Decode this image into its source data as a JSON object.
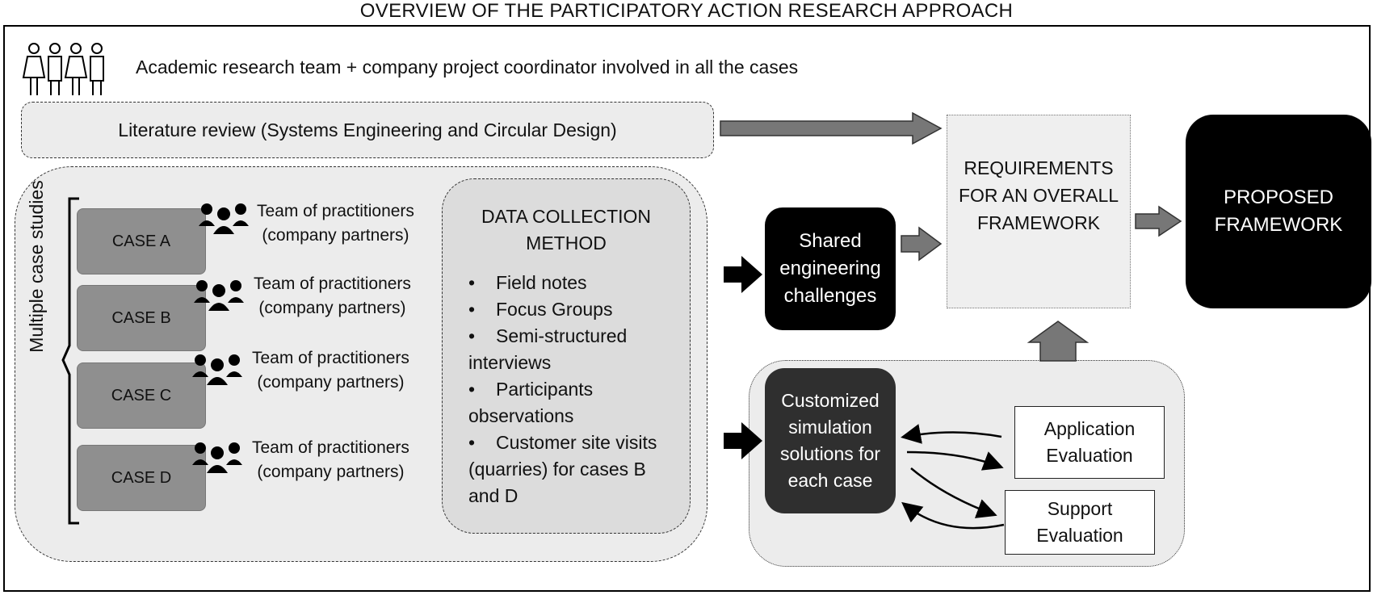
{
  "title": "OVERVIEW OF THE PARTICIPATORY ACTION RESEARCH APPROACH",
  "people_line": "Academic research team + company project coordinator involved in all the cases",
  "literature": "Literature review (Systems Engineering and Circular Design)",
  "multiple_cases_label": "Multiple case studies",
  "cases": [
    {
      "label": "CASE A",
      "team_line1": "Team of practitioners",
      "team_line2": "(company partners)"
    },
    {
      "label": "CASE B",
      "team_line1": "Team of practitioners",
      "team_line2": "(company partners)"
    },
    {
      "label": "CASE C",
      "team_line1": "Team of practitioners",
      "team_line2": "(company partners)"
    },
    {
      "label": "CASE D",
      "team_line1": "Team of practitioners",
      "team_line2": "(company partners)"
    }
  ],
  "data_collection": {
    "title_line1": "DATA COLLECTION",
    "title_line2": "METHOD",
    "items": [
      "Field notes",
      "Focus Groups",
      "Semi-structured",
      "Participants",
      "Customer site visits"
    ],
    "continuations": [
      "interviews",
      "observations",
      "(quarries) for cases B",
      "and D"
    ],
    "bullet": "•"
  },
  "shared": {
    "line1": "Shared",
    "line2": "engineering",
    "line3": "challenges"
  },
  "requirements": {
    "line1": "REQUIREMENTS",
    "line2": "FOR AN OVERALL",
    "line3": "FRAMEWORK"
  },
  "proposed": {
    "line1": "PROPOSED",
    "line2": "FRAMEWORK"
  },
  "simulation": {
    "line1": "Customized",
    "line2": "simulation",
    "line3": "solutions for",
    "line4": "each case"
  },
  "application_eval": {
    "line1": "Application",
    "line2": "Evaluation"
  },
  "support_eval": {
    "line1": "Support",
    "line2": "Evaluation"
  },
  "icons": [
    "people-group-icon",
    "team-icon",
    "arrow-icon"
  ]
}
